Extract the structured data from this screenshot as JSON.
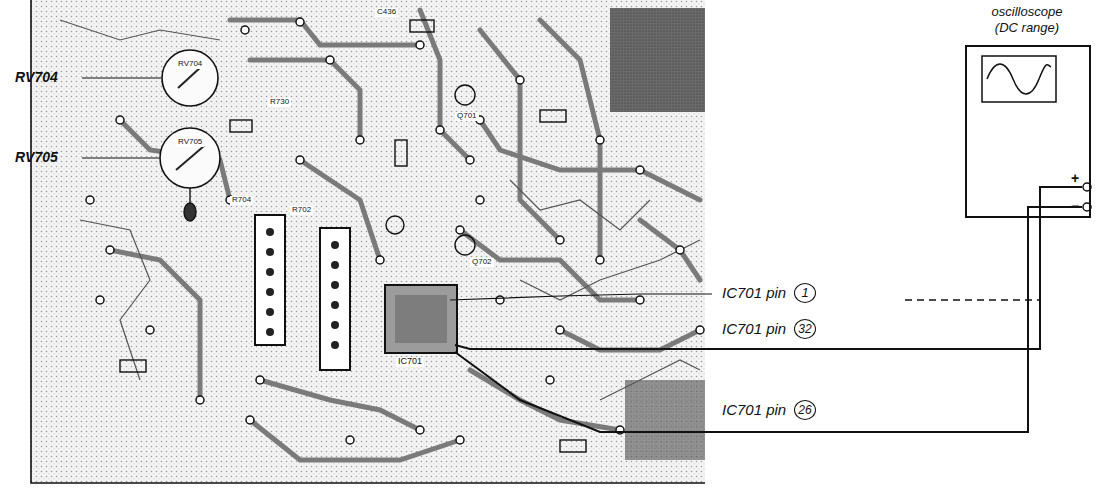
{
  "diagram": {
    "nodes": [
      {
        "text": [
          "oscilloscope (DC range)"
        ]
      }
    ],
    "labels": [
      "RV704",
      "RV705",
      "IC701 pin",
      "1",
      "IC701 pin",
      "32",
      "IC701 pin",
      "26",
      "+",
      "−",
      "RV704",
      "RV705",
      "IC701",
      "Q701",
      "Q702",
      "R702",
      "R704",
      "C436",
      "R730"
    ]
  }
}
